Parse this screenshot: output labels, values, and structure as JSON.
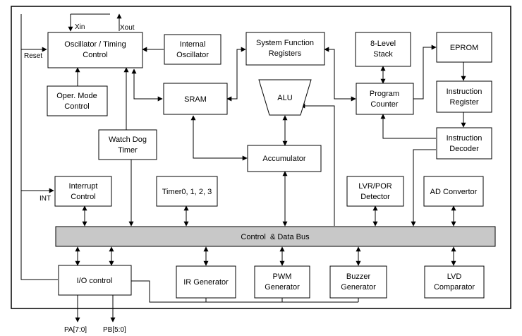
{
  "blocks": {
    "oscillator": [
      "Oscillator / Timing",
      "Control"
    ],
    "internal_osc": [
      "Internal",
      "Oscillator"
    ],
    "sys_func_reg": [
      "System Function",
      "Registers"
    ],
    "stack": [
      "8-Level",
      "Stack"
    ],
    "eprom": [
      "EPROM"
    ],
    "oper_mode": [
      "Oper. Mode",
      "Control"
    ],
    "sram": [
      "SRAM"
    ],
    "alu": [
      "ALU"
    ],
    "program_counter": [
      "Program",
      "Counter"
    ],
    "instr_register": [
      "Instruction",
      "Register"
    ],
    "watchdog": [
      "Watch Dog",
      "Timer"
    ],
    "accumulator": [
      "Accumulator"
    ],
    "instr_decoder": [
      "Instruction",
      "Decoder"
    ],
    "interrupt": [
      "Interrupt",
      "Control"
    ],
    "timer": [
      "Timer0, 1, 2, 3"
    ],
    "lvr_por": [
      "LVR/POR",
      "Detector"
    ],
    "ad_conv": [
      "AD Convertor"
    ],
    "bus": [
      "Control  & Data Bus"
    ],
    "io_control": [
      "I/O control"
    ],
    "ir_gen": [
      "IR Generator"
    ],
    "pwm_gen": [
      "PWM",
      "Generator"
    ],
    "buzzer_gen": [
      "Buzzer",
      "Generator"
    ],
    "lvd_comp": [
      "LVD",
      "Comparator"
    ]
  },
  "labels": {
    "xin": "Xin",
    "xout": "Xout",
    "reset": "Reset",
    "int": "INT",
    "pa": "PA[7:0]",
    "pb": "PB[5:0]"
  },
  "colors": {
    "bus_fill": "#c8c8c8",
    "line": "#000000",
    "box_fill": "#ffffff"
  }
}
